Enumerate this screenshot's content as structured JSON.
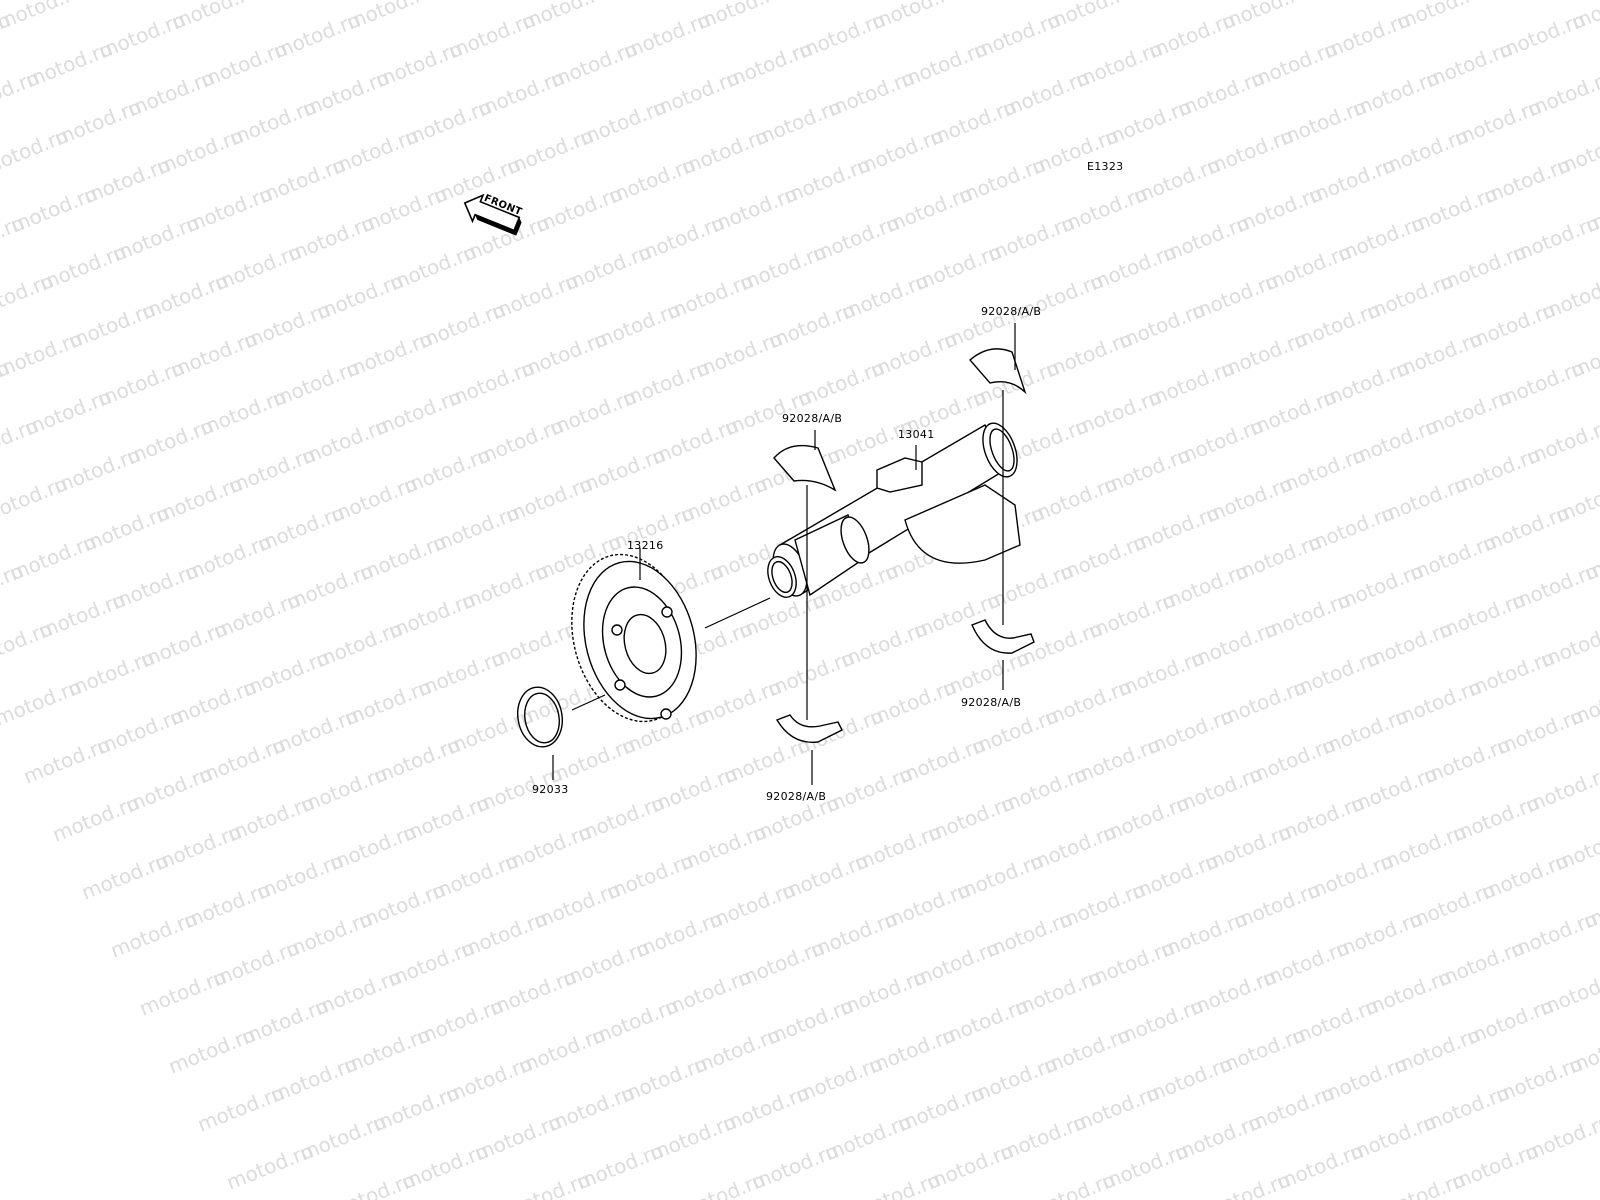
{
  "diagram": {
    "code": "E1323",
    "direction_indicator": "FRONT",
    "watermark_text": "motod.ru",
    "parts": [
      {
        "id": "bearing_top_right",
        "label": "92028/A/B"
      },
      {
        "id": "bearing_top_left",
        "label": "92028/A/B"
      },
      {
        "id": "balancer_shaft",
        "label": "13041"
      },
      {
        "id": "balancer_gear",
        "label": "13216"
      },
      {
        "id": "bearing_bottom_right",
        "label": "92028/A/B"
      },
      {
        "id": "circlip",
        "label": "92033"
      },
      {
        "id": "bearing_bottom_left",
        "label": "92028/A/B"
      }
    ]
  }
}
